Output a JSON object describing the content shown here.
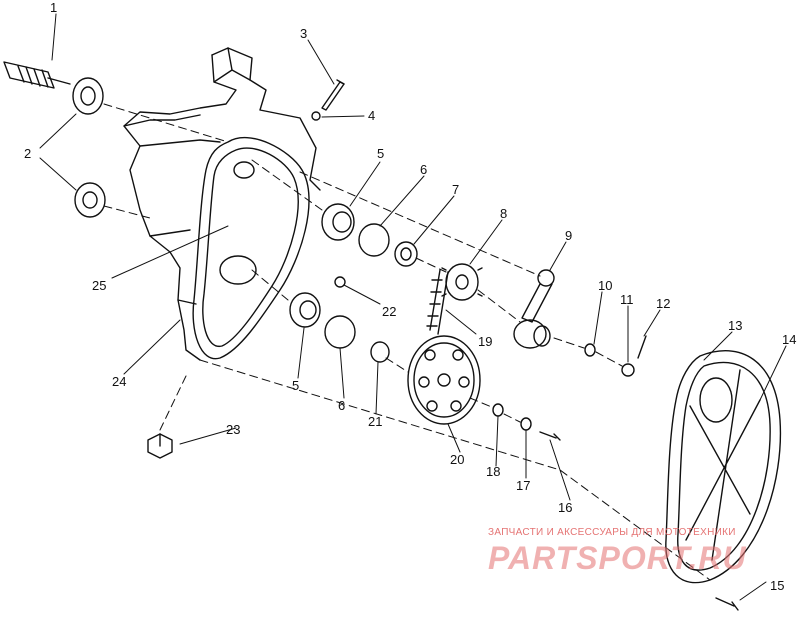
{
  "colors": {
    "line": "#111111",
    "watermark": "#e57373"
  },
  "callouts": [
    {
      "id": "1",
      "text": "1"
    },
    {
      "id": "2",
      "text": "2"
    },
    {
      "id": "3",
      "text": "3"
    },
    {
      "id": "4",
      "text": "4"
    },
    {
      "id": "5a",
      "text": "5"
    },
    {
      "id": "5b",
      "text": "5"
    },
    {
      "id": "6a",
      "text": "6"
    },
    {
      "id": "6b",
      "text": "6"
    },
    {
      "id": "7",
      "text": "7"
    },
    {
      "id": "8",
      "text": "8"
    },
    {
      "id": "9",
      "text": "9"
    },
    {
      "id": "10",
      "text": "10"
    },
    {
      "id": "11",
      "text": "11"
    },
    {
      "id": "12",
      "text": "12"
    },
    {
      "id": "13",
      "text": "13"
    },
    {
      "id": "14",
      "text": "14"
    },
    {
      "id": "15",
      "text": "15"
    },
    {
      "id": "16",
      "text": "16"
    },
    {
      "id": "17",
      "text": "17"
    },
    {
      "id": "18",
      "text": "18"
    },
    {
      "id": "19",
      "text": "19"
    },
    {
      "id": "20",
      "text": "20"
    },
    {
      "id": "21",
      "text": "21"
    },
    {
      "id": "22",
      "text": "22"
    },
    {
      "id": "23",
      "text": "23"
    },
    {
      "id": "24",
      "text": "24"
    },
    {
      "id": "25",
      "text": "25"
    }
  ],
  "watermark": {
    "caption": "ЗАПЧАСТИ И АКСЕССУАРЫ ДЛЯ МОТОТЕХНИКИ",
    "brand": "PARTSPORT.RU"
  }
}
